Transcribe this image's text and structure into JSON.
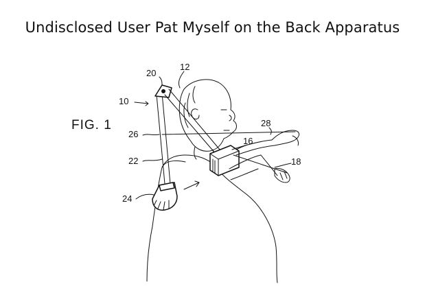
{
  "title": "Undisclosed User Pat Myself on the Back Apparatus",
  "figure": {
    "label": "FIG. 1",
    "reference_numerals": [
      "10",
      "12",
      "16",
      "18",
      "20",
      "22",
      "24",
      "26",
      "28"
    ]
  }
}
